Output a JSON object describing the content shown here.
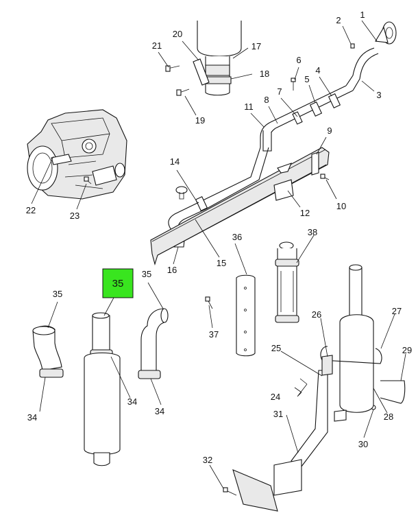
{
  "highlight": {
    "label": "35",
    "color": "#39e51f"
  },
  "callouts": {
    "c1": "1",
    "c2": "2",
    "c3": "3",
    "c4": "4",
    "c5": "5",
    "c6": "6",
    "c7": "7",
    "c8": "8",
    "c9": "9",
    "c10": "10",
    "c11": "11",
    "c12": "12",
    "c14": "14",
    "c15": "15",
    "c16": "16",
    "c17": "17",
    "c18": "18",
    "c19": "19",
    "c20": "20",
    "c21": "21",
    "c22": "22",
    "c23": "23",
    "c24": "24",
    "c25": "25",
    "c26": "26",
    "c27": "27",
    "c28": "28",
    "c29": "29",
    "c30": "30",
    "c31": "31",
    "c32": "32",
    "c34a": "34",
    "c34b": "34",
    "c34c": "34",
    "c35a": "35",
    "c35b": "35",
    "c36": "36",
    "c37": "37",
    "c38": "38"
  }
}
